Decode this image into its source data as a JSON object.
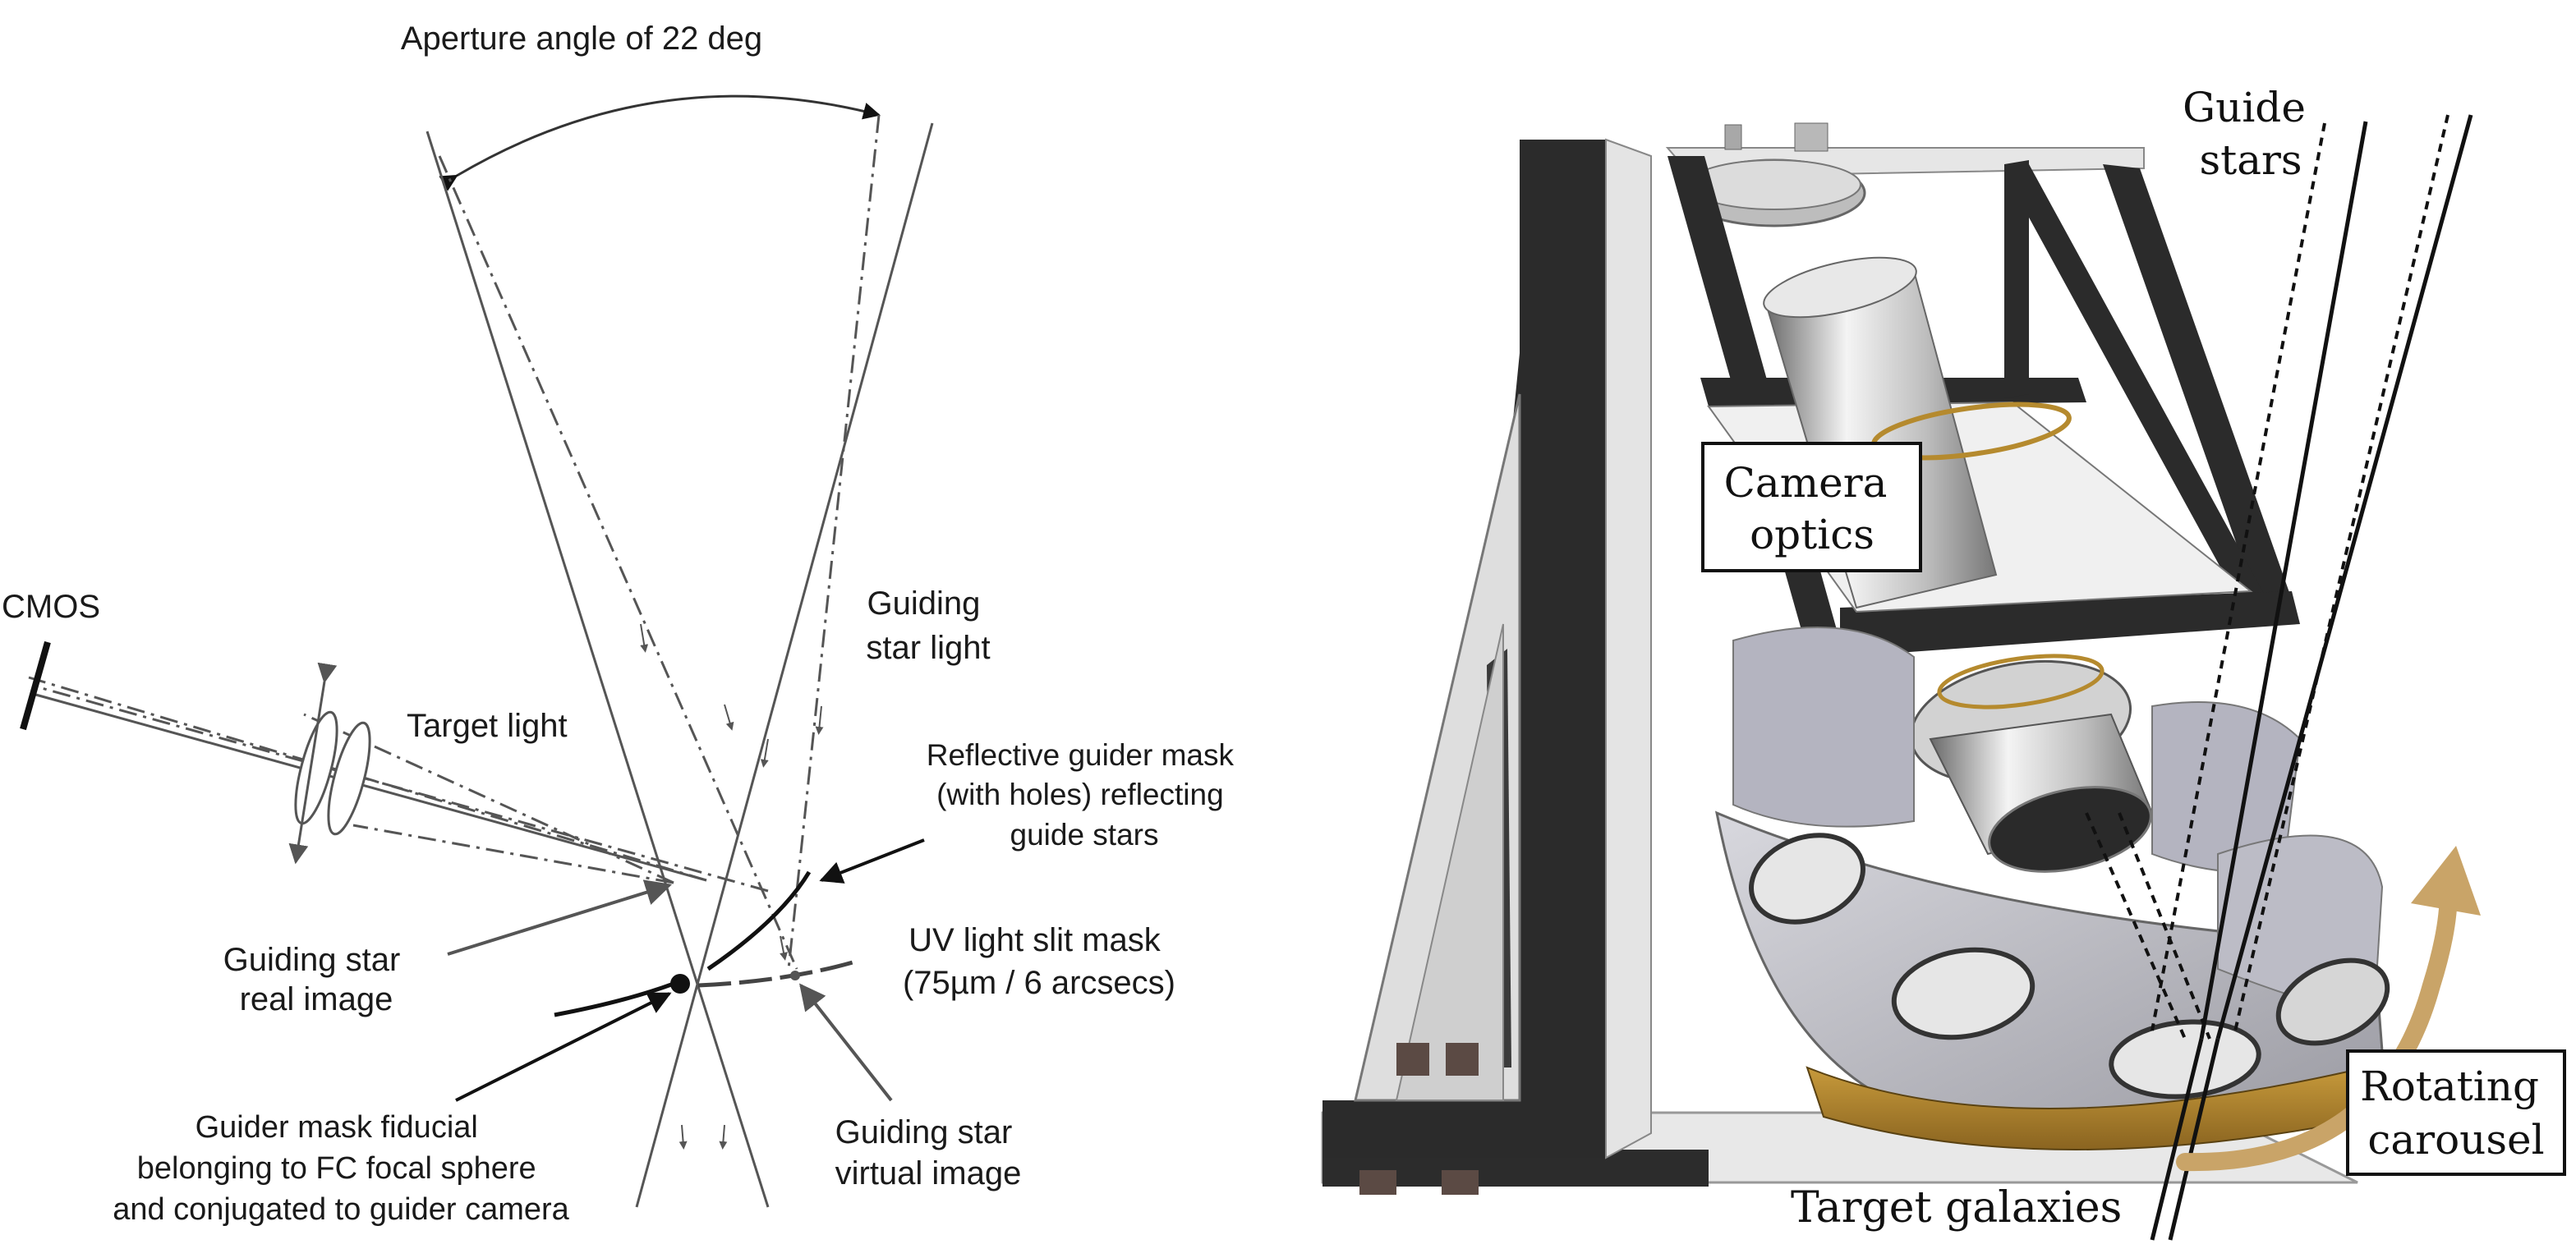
{
  "left_diagram": {
    "title": "Aperture angle of 22 deg",
    "labels": {
      "cmos": "CMOS",
      "target_light": "Target light",
      "guiding_star_light": [
        "Guiding",
        "star light"
      ],
      "reflective_mask": [
        "Reflective guider mask",
        "(with holes) reflecting",
        "guide stars"
      ],
      "uv_slit_mask": [
        "UV light slit mask",
        "(75µm / 6 arcsecs)"
      ],
      "guiding_star_real": [
        "Guiding star",
        "real image"
      ],
      "guiding_star_virtual": [
        "Guiding star",
        "virtual image"
      ],
      "guider_fiducial": [
        "Guider mask fiducial",
        "belonging to FC focal sphere",
        "and conjugated to guider camera"
      ]
    }
  },
  "right_diagram": {
    "labels": {
      "guide_stars": [
        "Guide",
        "stars"
      ],
      "camera_optics": [
        "Camera",
        "optics"
      ],
      "rotating_carousel": [
        "Rotating",
        "carousel"
      ],
      "target_galaxies": "Target galaxies"
    },
    "colors": {
      "frame_dark": "#2b2b2b",
      "frame_light": "#e4e4e4",
      "metal": "#c9c9c9",
      "gold": "#b58a2e",
      "arrow_tan": "#c9a468"
    }
  }
}
